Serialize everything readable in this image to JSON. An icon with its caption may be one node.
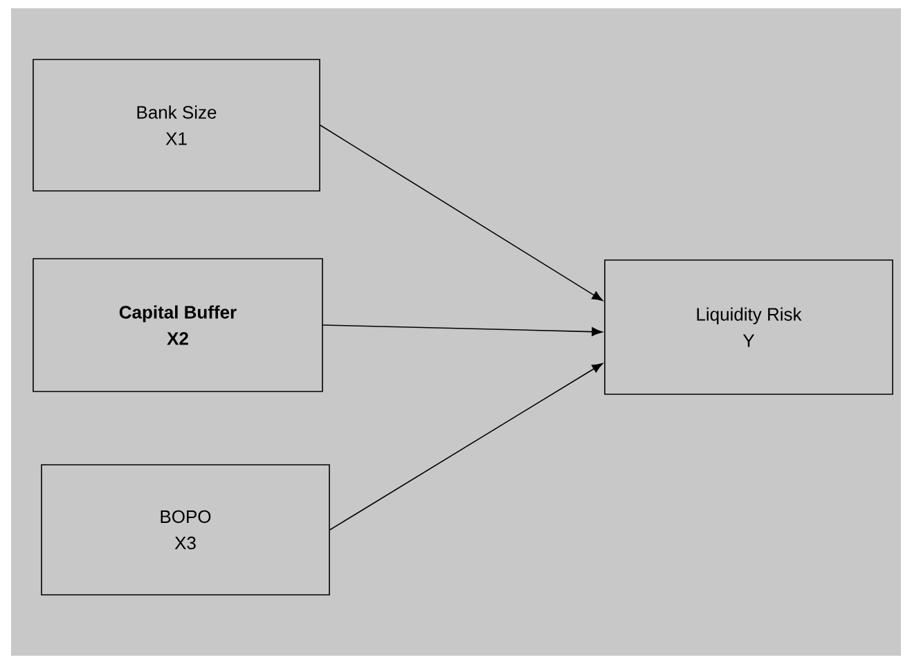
{
  "diagram": {
    "nodes": [
      {
        "text": [
          "Bank Size",
          "X1"
        ]
      },
      {
        "text": [
          "Capital Buffer",
          "X2"
        ]
      },
      {
        "text": [
          "BOPO",
          "X3"
        ]
      },
      {
        "text": [
          "Liquidity Risk",
          "Y"
        ]
      }
    ],
    "edges": [
      {
        "from": 0,
        "to": 3,
        "arrow": "to"
      },
      {
        "from": 1,
        "to": 3,
        "arrow": "to"
      },
      {
        "from": 2,
        "to": 3,
        "arrow": "to"
      }
    ]
  }
}
